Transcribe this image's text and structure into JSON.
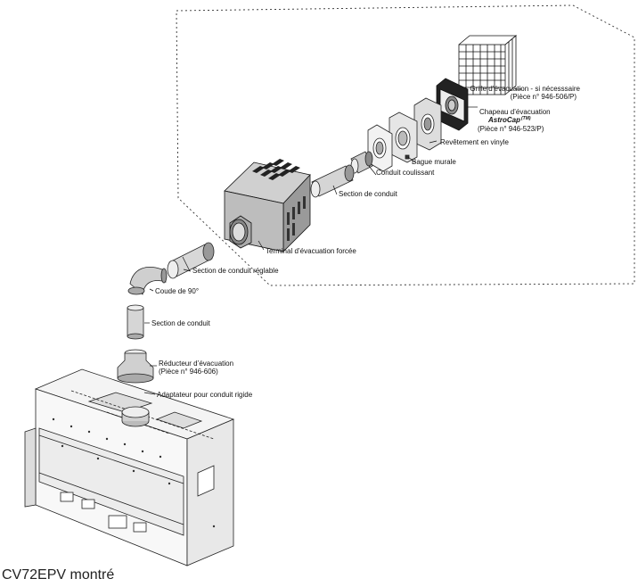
{
  "labels": {
    "grille_title": "Grille d’évacuation - si nécesssaire",
    "grille_part": "(Pièce n° 946-506/P)",
    "chapeau_title": "Chapeau d’évacuation",
    "chapeau_brand": "AstroCap",
    "chapeau_tm": "(TM)",
    "chapeau_part": "(Pièce n° 946-523/P)",
    "revetement": "Revêtement en vinyle",
    "bague": "Bague murale",
    "coulissant": "Conduit coulissant",
    "section_top": "Section de conduit",
    "terminal": "Terminal d’évacuation forcée",
    "reglable": "Section de conduit réglable",
    "coude": "Coude de 90°",
    "section_mid": "Section de conduit",
    "reducteur_title": "Réducteur d’évacuation",
    "reducteur_part": "(Pièce n° 946-606)",
    "adaptateur": "Adaptateur pour conduit rigide"
  },
  "caption": "CV72EPV montré"
}
